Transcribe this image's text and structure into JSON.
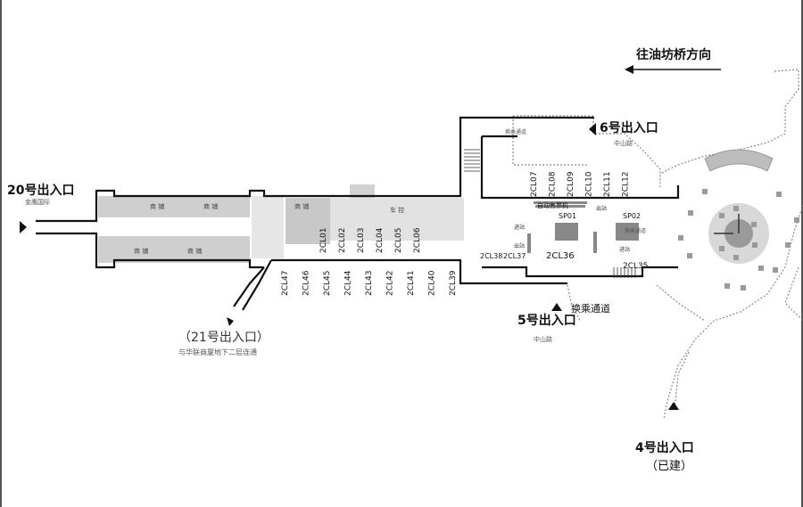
{
  "direction_label": "往油坊桥方向",
  "exits": {
    "exit20": {
      "name": "20号出入口",
      "sub": "金鹰国际"
    },
    "exit21": {
      "name": "（21号出入口）",
      "sub": "与华联商厦地下二层连通"
    },
    "exit6": {
      "name": "6号出入口",
      "sub": "中山路"
    },
    "exit5": {
      "name": "5号出入口",
      "sub": "中山路"
    },
    "exit4": {
      "name": "4号出入口",
      "sub": "（已建）"
    }
  },
  "transfer_label": "换乘通道",
  "transfer_small": "换乘通道",
  "transfer_small2": "换乘通道",
  "ticket_machine": "自动售票机",
  "shop_label": "商 铺",
  "parking_label": "车 控",
  "stores_top": [
    "2CL01",
    "2CL02",
    "2CL03",
    "2CL04",
    "2CL05",
    "2CL06"
  ],
  "stores_top_right": [
    "2CL07",
    "2CL08",
    "2CL09",
    "2CL10",
    "2CL11",
    "2CL12"
  ],
  "stores_bottom": [
    "2CL47",
    "2CL46",
    "2CL45",
    "2CL44",
    "2CL43",
    "2CL42",
    "2CL41",
    "2CL40",
    "2CL39"
  ],
  "store_labels": {
    "cl38": "2CL38",
    "cl37": "2CL37",
    "cl36": "2CL36",
    "cl35": "2CL35"
  },
  "sp_labels": {
    "sp01": "SP01",
    "sp02": "SP02"
  },
  "small_labels": {
    "in1": "进站",
    "out1": "出站",
    "in2": "进站",
    "out2": "出站"
  }
}
